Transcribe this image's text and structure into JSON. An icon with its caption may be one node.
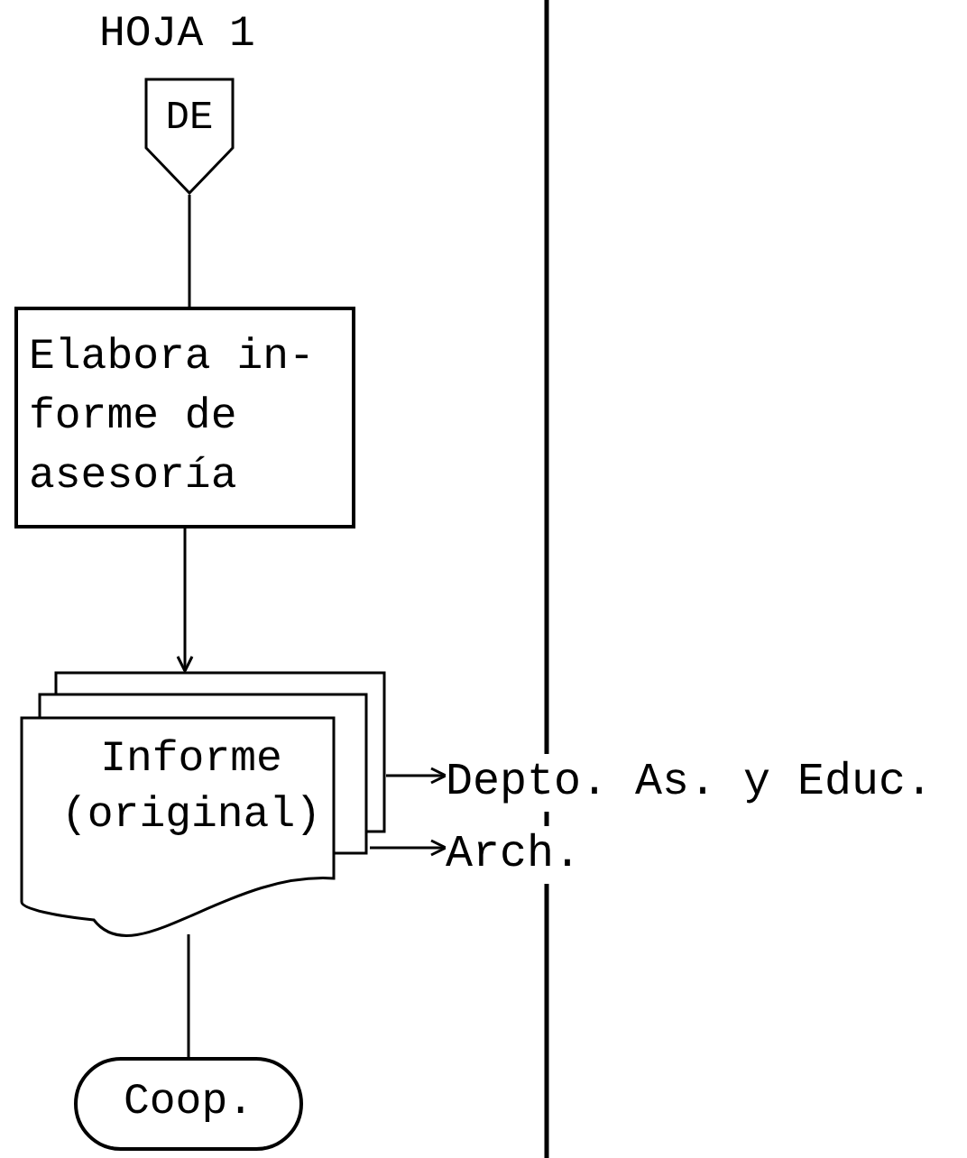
{
  "diagram": {
    "nodes": [
      {
        "text": [
          "DE"
        ],
        "beside": [
          "HOJA 1"
        ]
      },
      {
        "text": [
          "Elabora in- forme de asesoría"
        ]
      },
      {
        "text": [
          "Informe (original)"
        ]
      },
      {
        "text": [
          "Depto. As. y Educ."
        ]
      },
      {
        "text": [
          "Arch."
        ]
      },
      {
        "text": [
          "Coop."
        ]
      }
    ],
    "edges": [
      {
        "from": 0,
        "to": 1,
        "arrow": "none"
      },
      {
        "from": 1,
        "to": 2,
        "arrow": "to"
      },
      {
        "from": 2,
        "to": 3,
        "arrow": "to"
      },
      {
        "from": 2,
        "to": 4,
        "arrow": "to"
      },
      {
        "from": 2,
        "to": 5,
        "arrow": "none"
      }
    ]
  }
}
